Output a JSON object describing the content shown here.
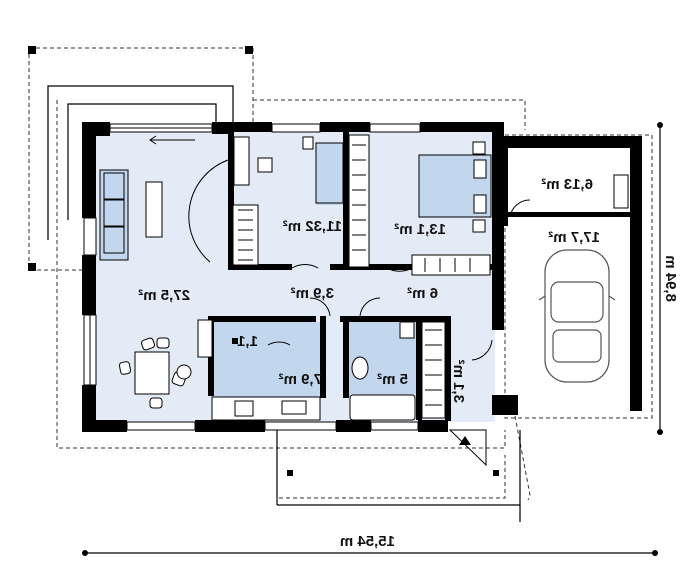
{
  "rooms": {
    "living": "27,5  m²",
    "bedroom_small": "11,32 m²",
    "bedroom_large": "13,1 m²",
    "hall": "3,9 m²",
    "corridor": "6 m²",
    "pantry": "1,1",
    "kitchen": "7,9 m²",
    "bathroom": "5 m²",
    "vestibule": "3,1 m²",
    "technical": "6,13 m²",
    "garage": "17,7 m²"
  },
  "dimensions": {
    "width": "15,54 m",
    "depth": "8,94 m"
  },
  "colors": {
    "floor": "#e3ecf6",
    "highlight": "#c2d6ee",
    "wall": "#000000"
  }
}
